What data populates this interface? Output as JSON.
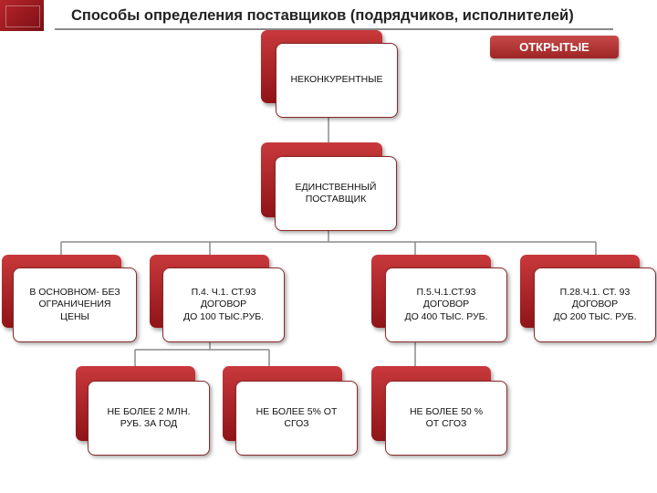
{
  "header": {
    "title": "Способы определения поставщиков (подрядчиков, исполнителей)"
  },
  "badges": {
    "open": "ОТКРЫТЫЕ"
  },
  "nodes": {
    "root": "НЕКОНКУРЕНТНЫЕ",
    "single_supplier": "ЕДИНСТВЕННЫЙ\nПОСТАВЩИК",
    "no_price_limit": "В ОСНОВНОМ- БЕЗ\nОГРАНИЧЕНИЯ\nЦЕНЫ",
    "p4": "П.4. Ч.1. СТ.93\nДОГОВОР\nДО 100 ТЫС.РУБ.",
    "p5": "П.5.Ч.1.СТ.93\nДОГОВОР\nДО 400 ТЫС. РУБ.",
    "p28": "П.28.Ч.1. СТ. 93\nДОГОВОР\nДО 200 ТЫС. РУБ.",
    "limit_2mln": "НЕ БОЛЕЕ 2 МЛН.\nРУБ. ЗА ГОД",
    "limit_5pct": "НЕ БОЛЕЕ 5% ОТ\nСГОЗ",
    "limit_50pct": "НЕ БОЛЕЕ 50 %\nОТ СГОЗ"
  },
  "colors": {
    "accent": "#a8191d",
    "connector": "#8a8a8a"
  }
}
